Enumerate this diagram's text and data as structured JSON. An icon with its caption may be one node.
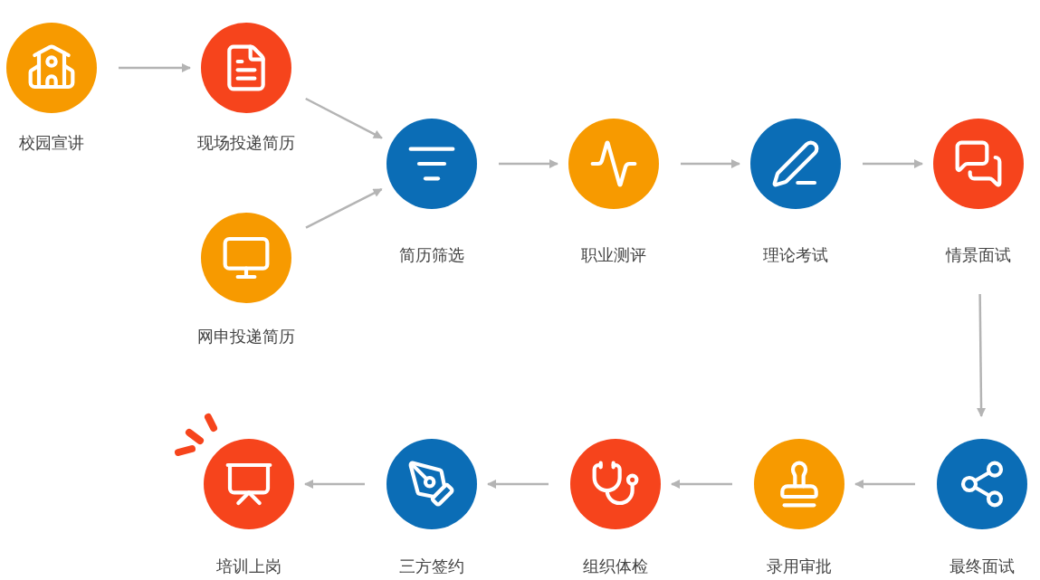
{
  "diagram": {
    "nodes": [
      {
        "text": [
          "校园宣讲"
        ]
      },
      {
        "text": [
          "现场投递简历"
        ]
      },
      {
        "text": [
          "网申投递简历"
        ]
      },
      {
        "text": [
          "简历筛选"
        ]
      },
      {
        "text": [
          "职业测评"
        ]
      },
      {
        "text": [
          "理论考试"
        ]
      },
      {
        "text": [
          "情景面试"
        ]
      },
      {
        "text": [
          "最终面试"
        ]
      },
      {
        "text": [
          "录用审批"
        ]
      },
      {
        "text": [
          "组织体检"
        ]
      },
      {
        "text": [
          "三方签约"
        ]
      },
      {
        "text": [
          "培训上岗"
        ]
      }
    ],
    "edges": [
      {
        "from": 0,
        "to": 1,
        "arrow": "to"
      },
      {
        "from": 1,
        "to": 3,
        "arrow": "to"
      },
      {
        "from": 2,
        "to": 3,
        "arrow": "to"
      },
      {
        "from": 3,
        "to": 4,
        "arrow": "to"
      },
      {
        "from": 4,
        "to": 5,
        "arrow": "to"
      },
      {
        "from": 5,
        "to": 6,
        "arrow": "to"
      },
      {
        "from": 6,
        "to": 7,
        "arrow": "to"
      },
      {
        "from": 7,
        "to": 8,
        "arrow": "to"
      },
      {
        "from": 8,
        "to": 9,
        "arrow": "to"
      },
      {
        "from": 9,
        "to": 10,
        "arrow": "to"
      },
      {
        "from": 10,
        "to": 11,
        "arrow": "to"
      }
    ]
  }
}
